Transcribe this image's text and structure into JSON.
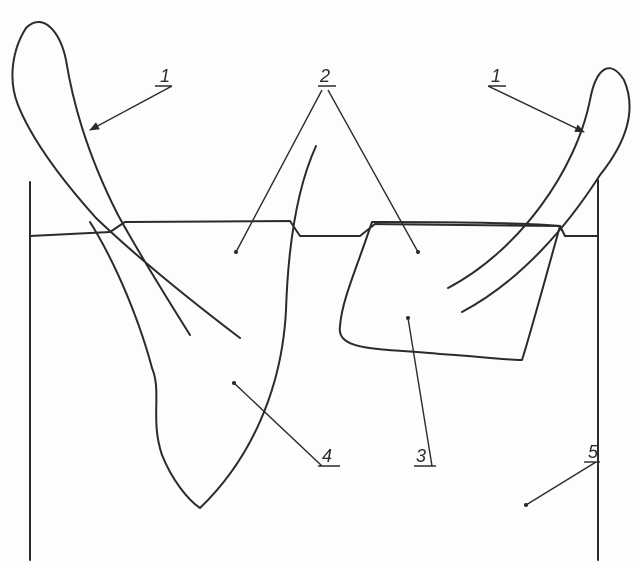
{
  "labels": {
    "blade_left": "1",
    "blade_right": "1",
    "liquid_surface_part": "2",
    "sample_right": "3",
    "sample_left": "4",
    "bath": "5"
  },
  "colors": {
    "ink": "#2b2b2b",
    "background": "#fdfdfd"
  }
}
